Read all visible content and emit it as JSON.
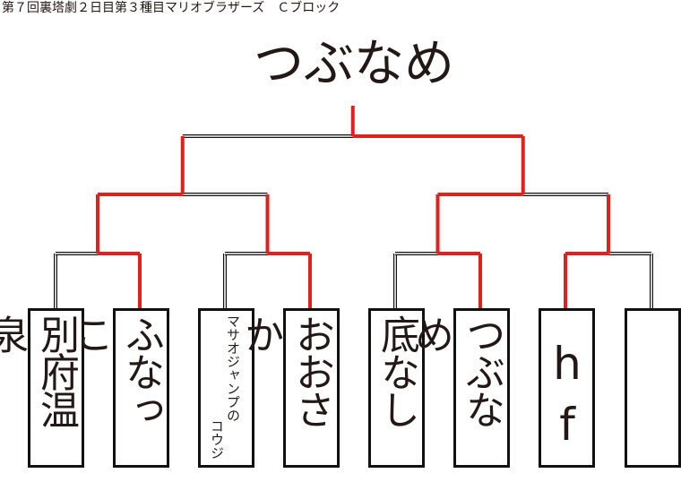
{
  "title": "第７回裏塔劇２日目第３種目マリオブラザーズ　Ｃブロック",
  "champion": "つぶなめ",
  "entrants": [
    {
      "name": "別府温泉"
    },
    {
      "name": "ふなっこ"
    },
    {
      "name": "マサオジャンプの",
      "name_line2": "コウジ"
    },
    {
      "name": "おおさか"
    },
    {
      "name": "底なし"
    },
    {
      "name": "つぶなめ"
    },
    {
      "name": "hf"
    },
    {
      "name": ""
    }
  ],
  "results": {
    "round1_winners": [
      "ふなっこ",
      "おおさか",
      "つぶなめ",
      "hf"
    ],
    "round2_winners": [
      "ふなっこ",
      "つぶなめ"
    ],
    "final_winner": "つぶなめ"
  },
  "colors": {
    "win_line": "#e3201b",
    "lose_line": "#111111",
    "box_border": "#111111"
  }
}
